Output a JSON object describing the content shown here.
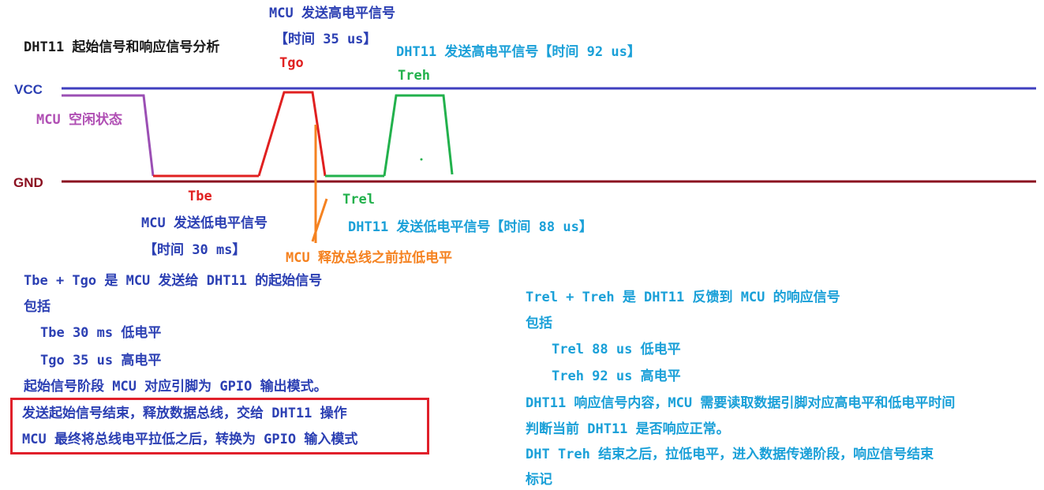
{
  "title": "DHT11 起始信号和响应信号分析",
  "rails": {
    "vcc": "VCC",
    "gnd": "GND"
  },
  "colors": {
    "vcc_line": "#3f3fbf",
    "gnd_line": "#8b1020",
    "idle": "#9b4fb4",
    "mcu_low": "#e02020",
    "mcu_high": "#e02020",
    "dht_low": "#22b14c",
    "dht_high": "#22b14c",
    "release_pointer": "#f58220",
    "highlight_box": "#e0202a"
  },
  "labels": {
    "mcu_idle": "MCU 空闲状态",
    "mcu_high_line1": "MCU 发送高电平信号",
    "mcu_high_line2": "【时间 35 us】",
    "tgo": "Tgo",
    "dht_high": "DHT11 发送高电平信号【时间 92 us】",
    "treh": "Treh",
    "tbe": "Tbe",
    "trel": "Trel",
    "mcu_low_line1": "MCU 发送低电平信号",
    "mcu_low_line2": "【时间 30 ms】",
    "dht_low": "DHT11 发送低电平信号【时间 88 us】",
    "mcu_release": "MCU 释放总线之前拉低电平"
  },
  "left_notes": {
    "line1": "Tbe + Tgo 是 MCU 发送给 DHT11 的起始信号",
    "line2": "包括",
    "line3": "Tbe 30 ms 低电平",
    "line4": "Tgo 35 us 高电平",
    "line5": "起始信号阶段 MCU 对应引脚为 GPIO 输出模式。",
    "boxed_line1": "发送起始信号结束，释放数据总线，交给 DHT11 操作",
    "boxed_line2": "MCU 最终将总线电平拉低之后，转换为 GPIO 输入模式"
  },
  "right_notes": {
    "line1": "Trel + Treh 是 DHT11 反馈到 MCU 的响应信号",
    "line2": "包括",
    "line3": "Trel 88 us 低电平",
    "line4": "Treh 92 us 高电平",
    "line5": "DHT11 响应信号内容，MCU 需要读取数据引脚对应高电平和低电平时间",
    "line6": "判断当前 DHT11 是否响应正常。",
    "line7": "DHT Treh 结束之后，拉低电平，进入数据传递阶段，响应信号结束",
    "line8": "标记"
  }
}
